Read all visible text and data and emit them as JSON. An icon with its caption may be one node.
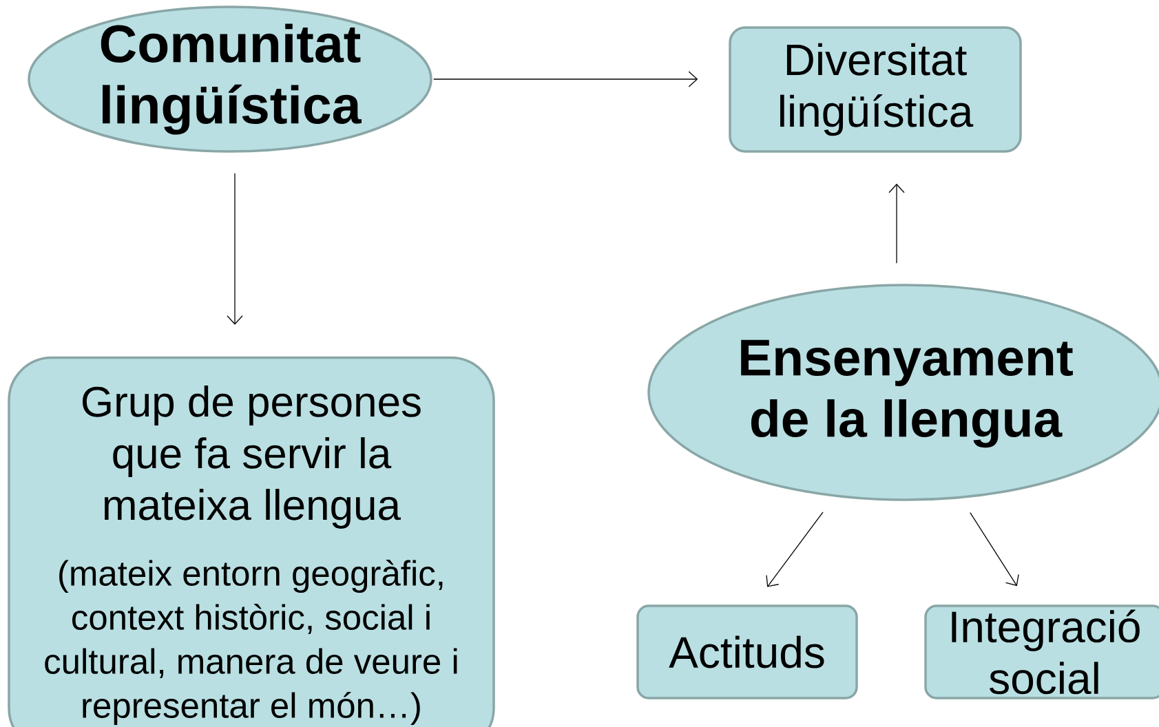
{
  "diagram": {
    "nodes": [
      {
        "text": [
          "Comunitat lingüística"
        ]
      },
      {
        "text": [
          "Diversitat lingüística"
        ]
      },
      {
        "text": [
          "Grup de persones que fa servir la mateixa llengua",
          "(mateix entorn geogràfic, context històric, social i cultural, manera de veure i representar el món…)"
        ]
      },
      {
        "text": [
          "Ensenyament de la llengua"
        ]
      },
      {
        "text": [
          "Actituds"
        ]
      },
      {
        "text": [
          "Integració social"
        ]
      }
    ],
    "edges": [
      {
        "from": 0,
        "to": 1,
        "arrow": "to"
      },
      {
        "from": 0,
        "to": 2,
        "arrow": "to"
      },
      {
        "from": 3,
        "to": 1,
        "arrow": "to"
      },
      {
        "from": 3,
        "to": 4,
        "arrow": "to"
      },
      {
        "from": 3,
        "to": 5,
        "arrow": "to"
      }
    ]
  }
}
